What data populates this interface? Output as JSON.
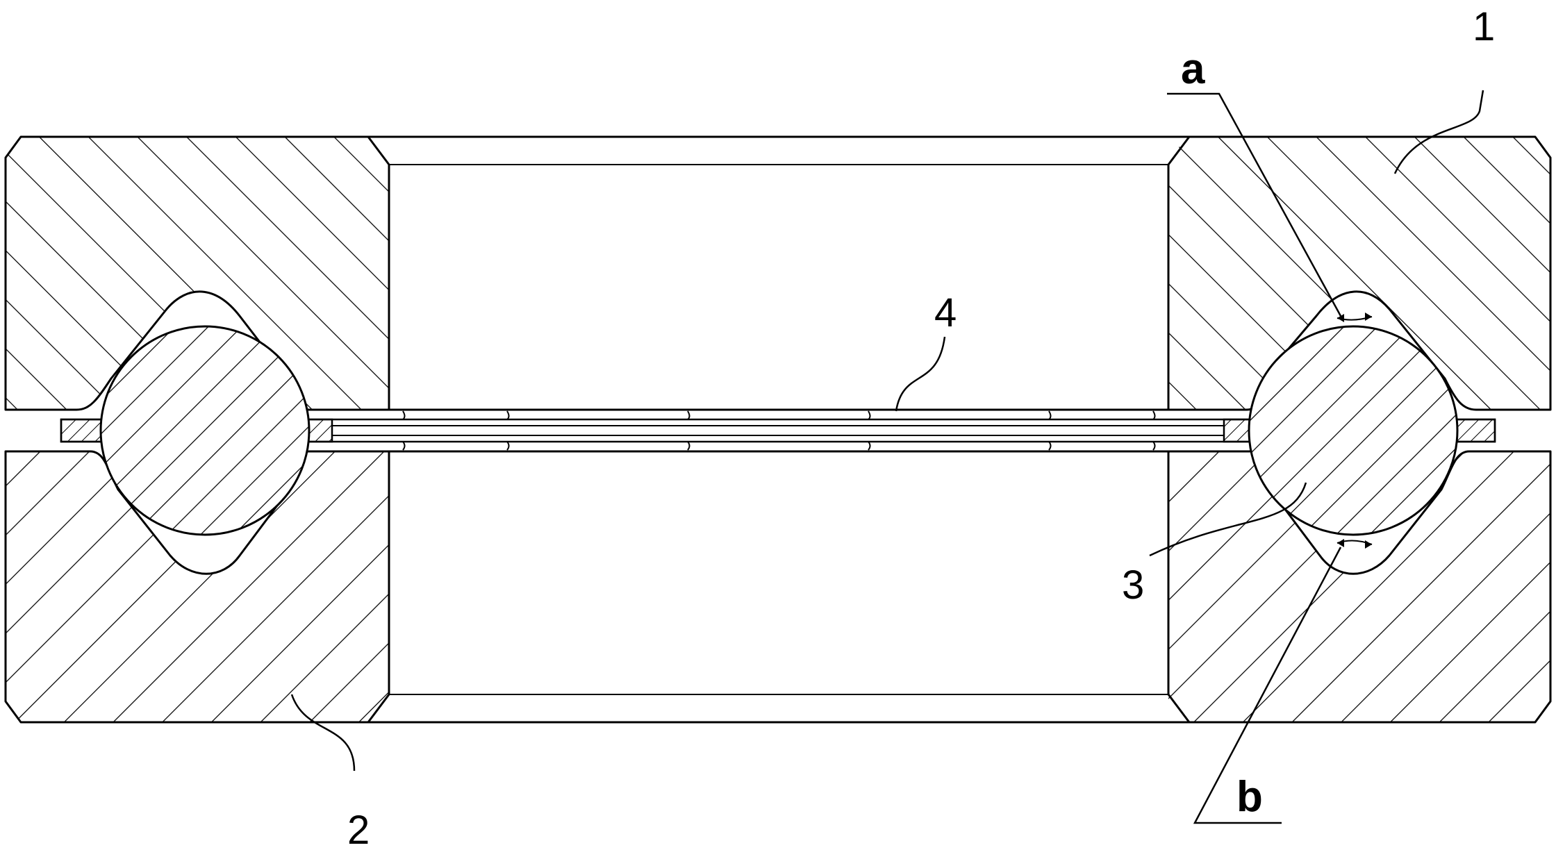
{
  "drawing": {
    "type": "engineering cross-section drawing",
    "line_color": "#000000",
    "background": "#ffffff"
  },
  "labels": {
    "part_1": "1",
    "part_2": "2",
    "part_3": "3",
    "part_4": "4",
    "angle_a": "a",
    "angle_b": "b"
  }
}
